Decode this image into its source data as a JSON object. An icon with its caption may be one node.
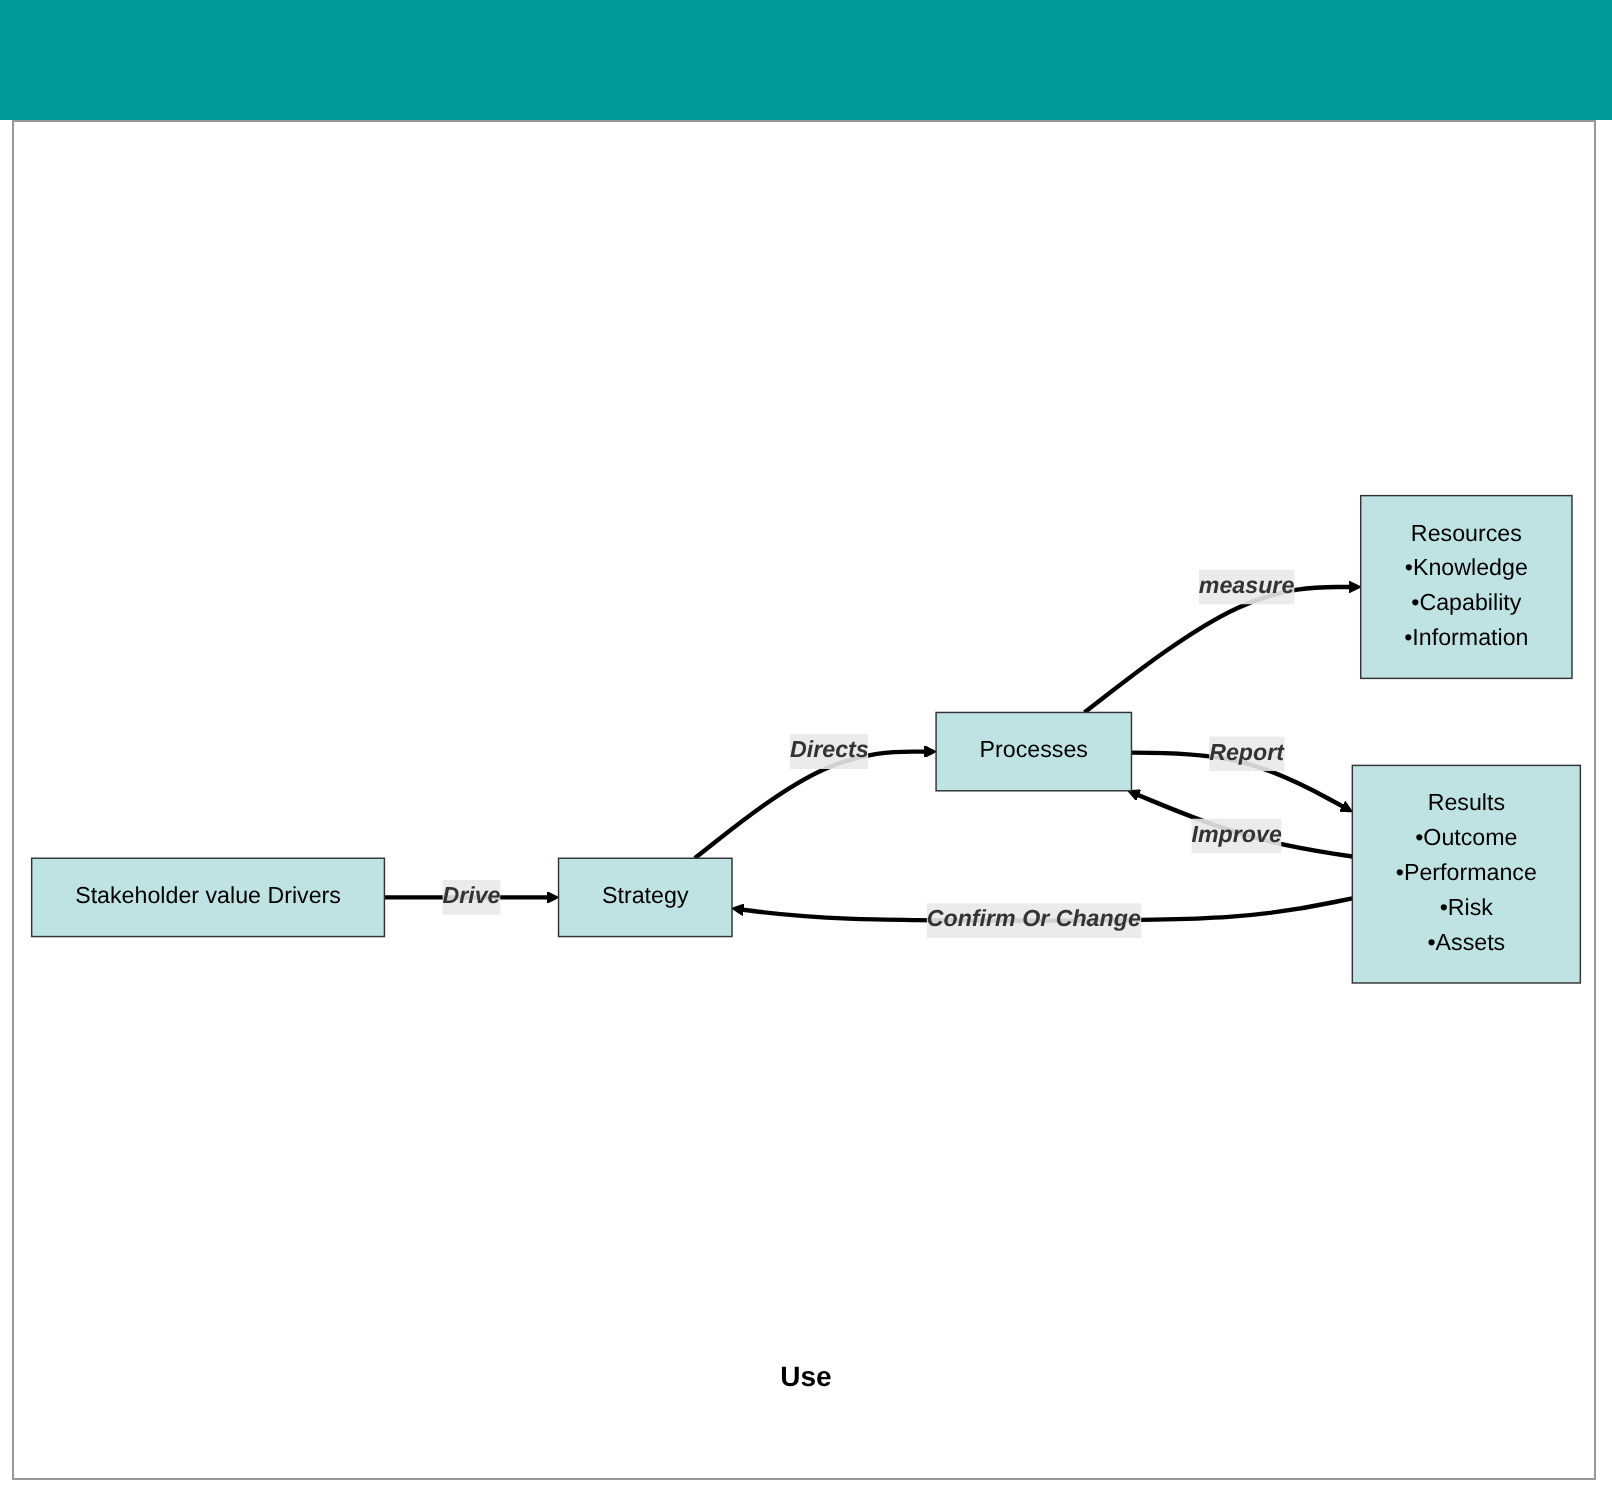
{
  "diagram": {
    "nodes": [
      {
        "text": [
          "Stakeholder value Drivers"
        ]
      },
      {
        "text": [
          "Strategy"
        ]
      },
      {
        "text": [
          "Processes"
        ]
      },
      {
        "text": [
          "Resources",
          "•Knowledge",
          "•Capability",
          "•Information"
        ]
      },
      {
        "text": [
          "Results",
          "•Outcome",
          "•Performance",
          "•Risk",
          "•Assets"
        ]
      }
    ],
    "edges": [
      {
        "from": 0,
        "to": 1,
        "arrow": "to",
        "label": "Drive"
      },
      {
        "from": 1,
        "to": 2,
        "arrow": "to",
        "label": "Directs"
      },
      {
        "from": 2,
        "to": 3,
        "arrow": "to",
        "label": "measure"
      },
      {
        "from": 4,
        "to": 2,
        "arrow": "to",
        "label": "Improve"
      },
      {
        "from": 2,
        "to": 4,
        "arrow": "to",
        "label": "Report"
      },
      {
        "from": 4,
        "to": 1,
        "arrow": "to",
        "label": "Confirm Or Change"
      }
    ],
    "labels": [
      "Use"
    ]
  }
}
